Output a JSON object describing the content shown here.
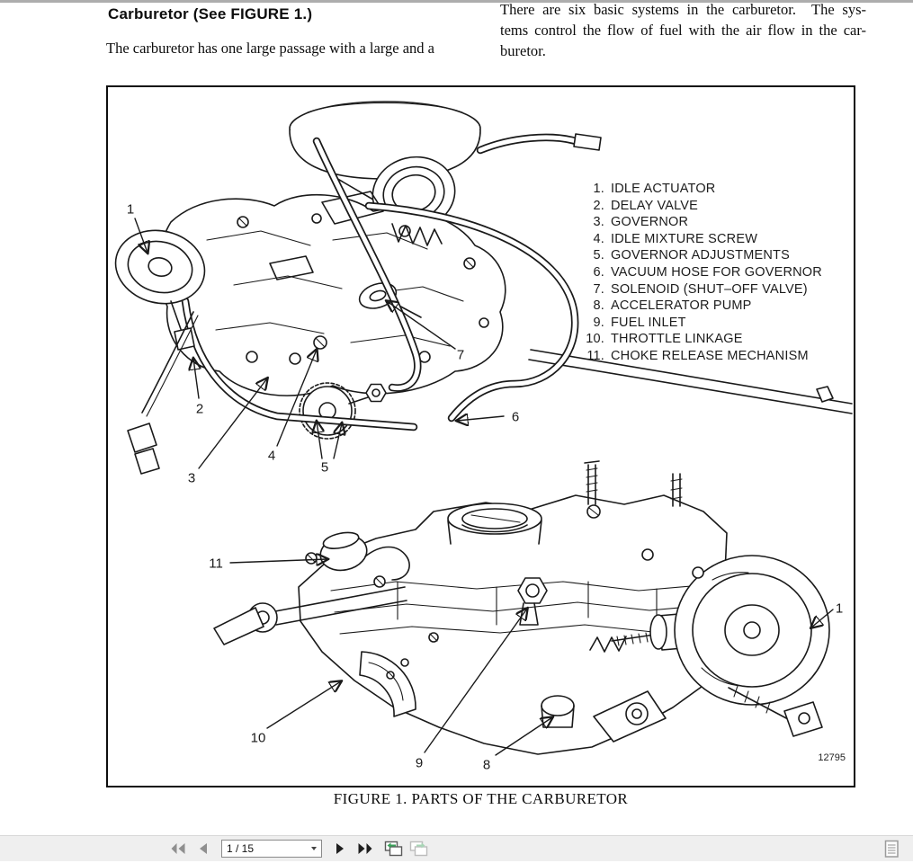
{
  "article": {
    "heading": "Carburetor (See FIGURE 1.)",
    "intro_line": "The carburetor has one large passage with a large and a",
    "right_column_lines": [
      "There are six basic systems in the carburetor.  The sys-",
      "tems control the flow of fuel with the air flow in the car-",
      "buretor."
    ]
  },
  "figure": {
    "caption": "FIGURE 1. PARTS OF THE CARBURETOR",
    "drawing_number": "12795",
    "parts": [
      {
        "num": "1.",
        "label": "IDLE ACTUATOR"
      },
      {
        "num": "2.",
        "label": "DELAY VALVE"
      },
      {
        "num": "3.",
        "label": "GOVERNOR"
      },
      {
        "num": "4.",
        "label": "IDLE MIXTURE SCREW"
      },
      {
        "num": "5.",
        "label": "GOVERNOR ADJUSTMENTS"
      },
      {
        "num": "6.",
        "label": "VACUUM HOSE FOR GOVERNOR"
      },
      {
        "num": "7.",
        "label": "SOLENOID (SHUT–OFF VALVE)"
      },
      {
        "num": "8.",
        "label": "ACCELERATOR PUMP"
      },
      {
        "num": "9.",
        "label": "FUEL INLET"
      },
      {
        "num": "10.",
        "label": "THROTTLE LINKAGE"
      },
      {
        "num": "11.",
        "label": "CHOKE RELEASE MECHANISM"
      }
    ],
    "callouts": [
      {
        "label": "1"
      },
      {
        "label": "2"
      },
      {
        "label": "3"
      },
      {
        "label": "4"
      },
      {
        "label": "5"
      },
      {
        "label": "6"
      },
      {
        "label": "7"
      },
      {
        "label": "11"
      },
      {
        "label": "10"
      },
      {
        "label": "9"
      },
      {
        "label": "8"
      },
      {
        "label": "1"
      }
    ]
  },
  "toolbar": {
    "page_indicator": "1 / 15",
    "icons": {
      "first_page": "first-page-icon",
      "previous_page": "previous-page-icon",
      "page_selector_dropdown": "chevron-down-icon",
      "next_page": "next-page-icon",
      "last_page": "last-page-icon",
      "previous_view": "previous-view-icon",
      "next_view": "next-view-icon",
      "status_document": "document-text-icon"
    }
  },
  "colors": {
    "top_strip": "#adadad",
    "toolbar_bg": "#efefef",
    "line_art": "#1a1a1a",
    "nav_disabled": "#8f8f8f",
    "nav_enabled": "#1f1f1f",
    "view_arrow_green": "#3aa05a"
  }
}
